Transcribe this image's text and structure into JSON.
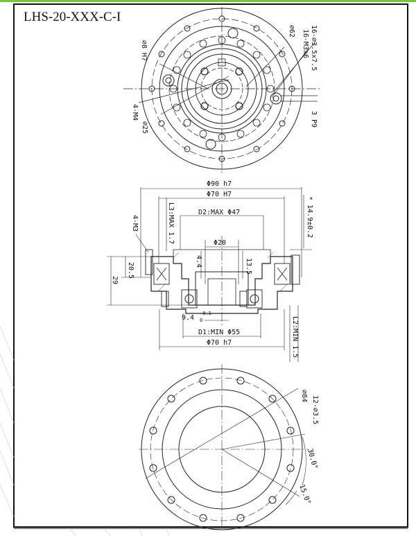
{
  "title": "LHS-20-XXX-C-I",
  "colors": {
    "accent": "#7cc242",
    "line": "#222222",
    "frame": "#111111"
  },
  "top_view": {
    "dim_8h7": "⌀8 H7",
    "dim_62": "⌀62",
    "dim_16_holes": "16-⌀3.5x7.5",
    "dim_16_m3": "16-M3x6",
    "dim_4m4": "4-M4",
    "dim_25": "⌀25",
    "dim_3p9": "3 P9"
  },
  "side_view": {
    "dim_90h7": "Φ90 h7",
    "dim_70H7": "Φ70 H7",
    "dim_l3": "L3:MAX 1.7",
    "dim_d2": "D2:MAX Φ47",
    "dim_4m3": "4-M3",
    "dim_14_9": "* 14.9±0.2",
    "dim_20": "Φ20",
    "dim_4_4": "4.4",
    "dim_13_5": "13.5",
    "dim_20_5": "20.5",
    "dim_29": "29",
    "dim_9_4": "9.4",
    "dim_9_4_tol": "-0.1",
    "dim_9_4_tol2": "0",
    "dim_d1": "D1:MIN Φ55",
    "dim_70h7": "Φ70 h7",
    "dim_l2": "L2:MIN 1.5"
  },
  "bottom_view": {
    "dim_84": "⌀84",
    "dim_12_holes": "12-⌀3.5",
    "dim_30deg": "30.0°",
    "dim_15deg": "15.0°"
  }
}
